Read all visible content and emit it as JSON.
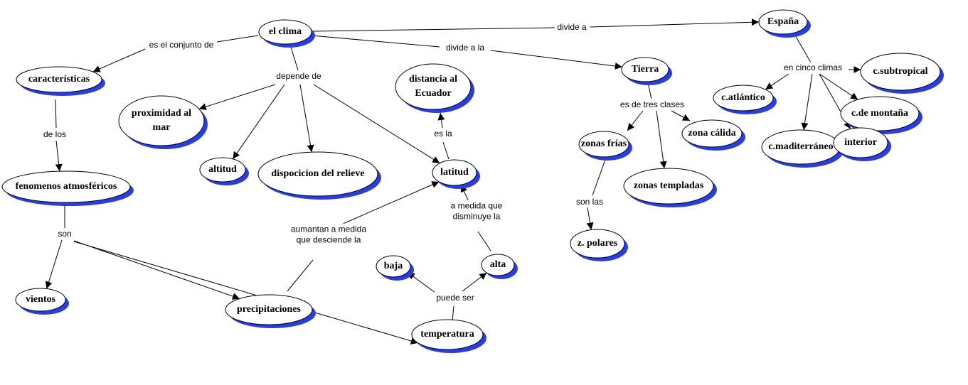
{
  "colors": {
    "node_shadow": "#2a3ee0",
    "node_border": "#000000",
    "line": "#000000",
    "background": "#ffffff"
  },
  "concepts": {
    "clima": "el clima",
    "espana": "España",
    "tierra": "Tierra",
    "caracteristicas": "características",
    "fenomenos": "fenomenos atmosféricos",
    "vientos": "vientos",
    "precipitaciones": "precipitaciones",
    "temperatura": "temperatura",
    "proximidad": [
      "proximidad al",
      "mar"
    ],
    "altitud": "altitud",
    "relieve": "dispocicion del relieve",
    "distancia": [
      "distancia al",
      "Ecuador"
    ],
    "latitud": "latitud",
    "baja": "baja",
    "alta": "alta",
    "frias": "zonas frías",
    "calida": "zona cálida",
    "templadas": "zonas templadas",
    "polares": "z. polares",
    "subtropical": "c.subtropical",
    "atlantico": "c.atlántico",
    "montana": "c.de montaña",
    "mediterraneo": "c.maditerráneo",
    "interior": "interior"
  },
  "links": {
    "conjunto": "es el conjunto de",
    "depende": "depende de",
    "divide_a": "divide a",
    "divide_a_la": "divide a la",
    "de_los": "de los",
    "son": "son",
    "es_la": "es la",
    "aumentan": [
      "aumantan a medida",
      "que desciende la"
    ],
    "medida": [
      "a medida que",
      "disminuye la"
    ],
    "puede_ser": "puede ser",
    "tres_clases": "es de tres clases",
    "son_las": "son las",
    "cinco_climas": "en cinco climas"
  }
}
